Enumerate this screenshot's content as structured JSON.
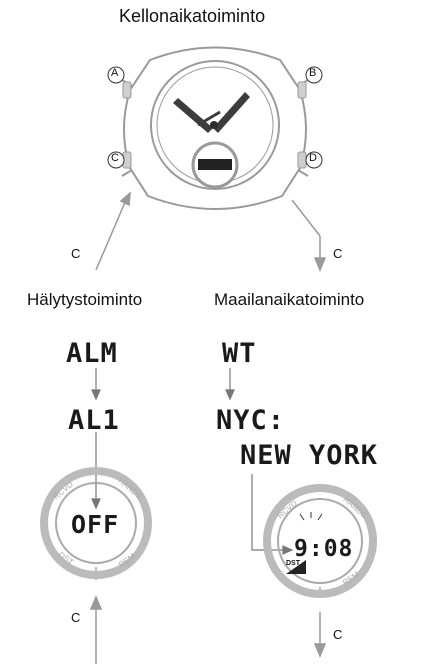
{
  "title": "Kellonaikatoiminto",
  "buttons": {
    "a": "A",
    "b": "B",
    "c": "C",
    "d": "D"
  },
  "arrow_label": "C",
  "modes": {
    "alarm": "Hälytystoiminto",
    "world_time": "Maailanaikatoiminto"
  },
  "alarm_display": {
    "line1": "ALM",
    "line2": "AL1",
    "value": "OFF"
  },
  "world_display": {
    "line1": "WT",
    "line2": "NYC:",
    "line3": "NEW YORK",
    "time": "9:08",
    "dst": "DST"
  },
  "dial_labels": {
    "left": "RCVD",
    "right": "HANDS",
    "bottom_left": "DST",
    "bottom_right": "REM"
  },
  "colors": {
    "line": "#999999",
    "ink": "#111111"
  }
}
